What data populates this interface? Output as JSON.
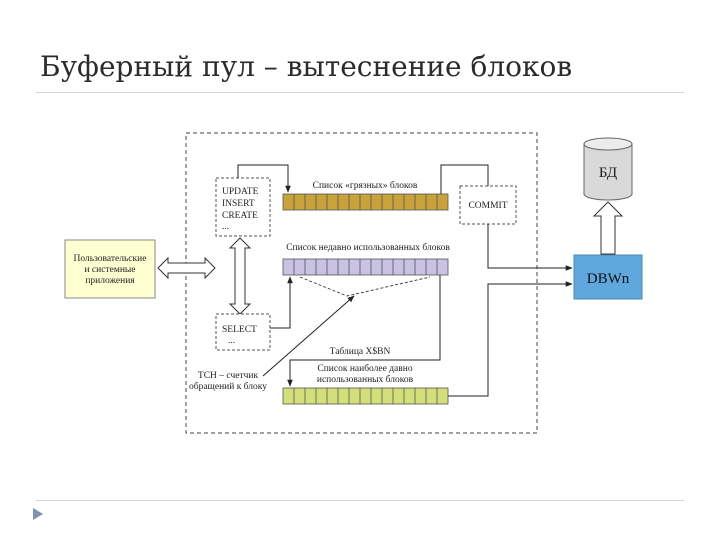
{
  "slide": {
    "title": "Буферный пул – вытеснение блоков"
  },
  "diagram": {
    "apps_box": [
      "Пользовательские",
      "и системные",
      "приложения"
    ],
    "update_box": [
      "UPDATE",
      "INSERT",
      "CREATE",
      "..."
    ],
    "select_box": [
      "SELECT",
      "..."
    ],
    "dirty_list_label": "Список «грязных» блоков",
    "recent_list_label": "Список недавно использованных блоков",
    "lru_list_label": [
      "Список наиболее давно",
      "использованных блоков"
    ],
    "commit_label": "COMMIT",
    "xsbn_label": "Таблица X$BN",
    "tch_label": [
      "TCH – счетчик",
      "обращений к блоку"
    ],
    "db_label": "БД",
    "dbwn_label": "DBWn",
    "colors": {
      "apps_fill": "#ffffd2",
      "dirty_fill": "#c9a23c",
      "recent_fill": "#c9c2e3",
      "lru_fill": "#d3df7a",
      "dbwn_fill": "#5fa7dd",
      "db_fill": "#d9d9d9"
    }
  }
}
